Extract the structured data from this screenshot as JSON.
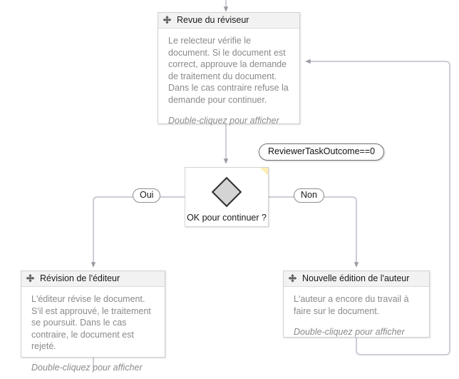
{
  "diagram": {
    "type": "workflow-flowchart",
    "nodes": [
      {
        "id": "reviewer",
        "icon": "move-icon",
        "title": "Revue du réviseur",
        "description": "Le relecteur vérifie le document. Si le document est correct, approuve la demande de traitement du document. Dans le cas contraire refuse la demande pour continuer.",
        "hint": "Double-cliquez pour afficher"
      },
      {
        "id": "editor",
        "icon": "move-icon",
        "title": "Révision de l'éditeur",
        "description": "L'éditeur révise le document. S'il est approuvé, le traitement se poursuit. Dans le cas contraire, le document est rejeté.",
        "hint": "Double-cliquez pour afficher"
      },
      {
        "id": "author",
        "icon": "move-icon",
        "title": "Nouvelle édition de l'auteur",
        "description": "L'auteur a encore du travail à faire sur le document.",
        "hint": "Double-cliquez pour afficher"
      }
    ],
    "decision": {
      "id": "decision",
      "label": "OK pour continuer ?",
      "shape": "diamond",
      "marker": "yellow-dogear"
    },
    "condition_badge": {
      "text": "ReviewerTaskOutcome==0"
    },
    "edge_labels": {
      "yes": "Oui",
      "no": "Non"
    },
    "colors": {
      "node_border": "#d0d0d0",
      "node_header": "#f2f2f2",
      "description_text": "#8a8a8a",
      "title_text": "#1a1a1a",
      "connector": "#cdcdd8",
      "arrowhead": "#9a9aa5",
      "diamond_fill": "#d4d4d4",
      "diamond_stroke": "#2e2e2e",
      "dogear": "#fdeeb3",
      "canvas": "#ffffff"
    }
  }
}
